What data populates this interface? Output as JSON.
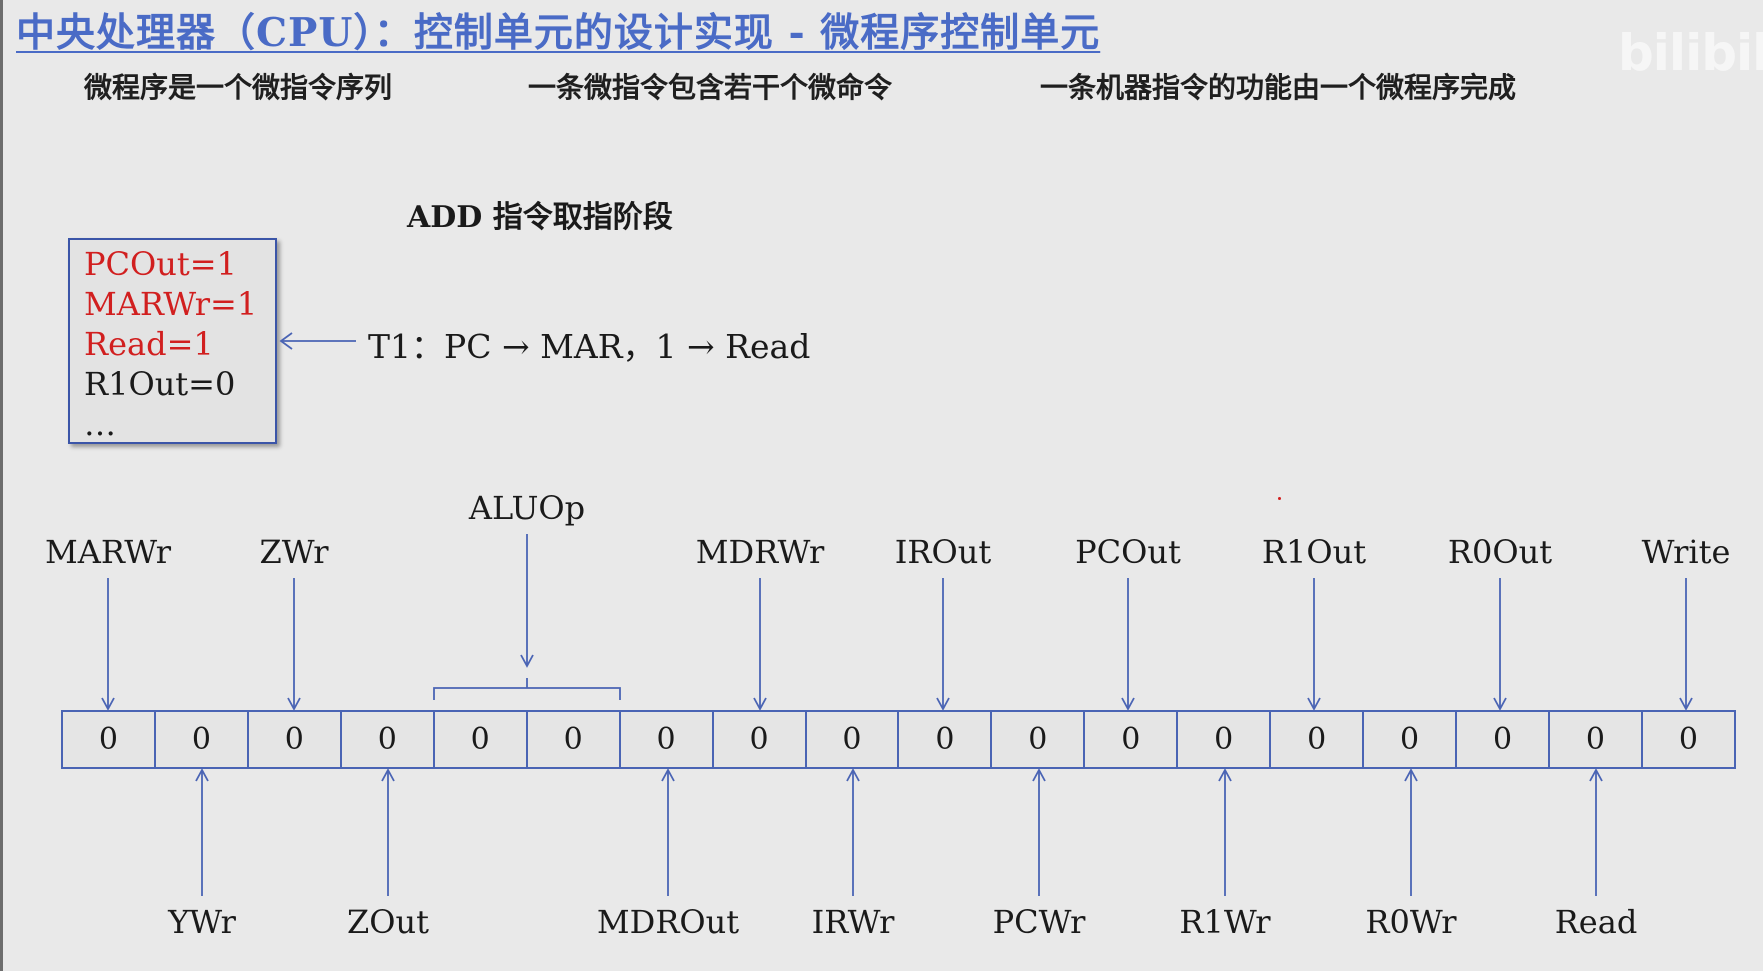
{
  "title": "中央处理器（CPU）：控制单元的设计实现 - 微程序控制单元",
  "watermark": "bilibili",
  "principles": [
    "微程序是一个微指令序列",
    "一条微指令包含若干个微命令",
    "一条机器指令的功能由一个微程序完成"
  ],
  "section_title": "ADD 指令取指阶段",
  "microinstruction": {
    "lines": [
      {
        "text": "PCOut=1",
        "active": true
      },
      {
        "text": "MARWr=1",
        "active": true
      },
      {
        "text": "Read=1",
        "active": true
      },
      {
        "text": "R1Out=0",
        "active": false
      },
      {
        "text": "…",
        "active": false
      }
    ]
  },
  "step": "T1：PC → MAR，1 → Read",
  "colors": {
    "title": "#4a6bc6",
    "active_signal": "#d11f1f",
    "lines": "#4a64b4"
  },
  "bits": [
    "0",
    "0",
    "0",
    "0",
    "0",
    "0",
    "0",
    "0",
    "0",
    "0",
    "0",
    "0",
    "0",
    "0",
    "0",
    "0",
    "0",
    "0"
  ],
  "top_signals": [
    "MARWr",
    "ZWr",
    "ALUOp",
    "MDRWr",
    "IROut",
    "PCOut",
    "R1Out",
    "R0Out",
    "Write"
  ],
  "bottom_signals": [
    "YWr",
    "ZOut",
    "MDROut",
    "IRWr",
    "PCWr",
    "R1Wr",
    "R0Wr",
    "Read"
  ]
}
